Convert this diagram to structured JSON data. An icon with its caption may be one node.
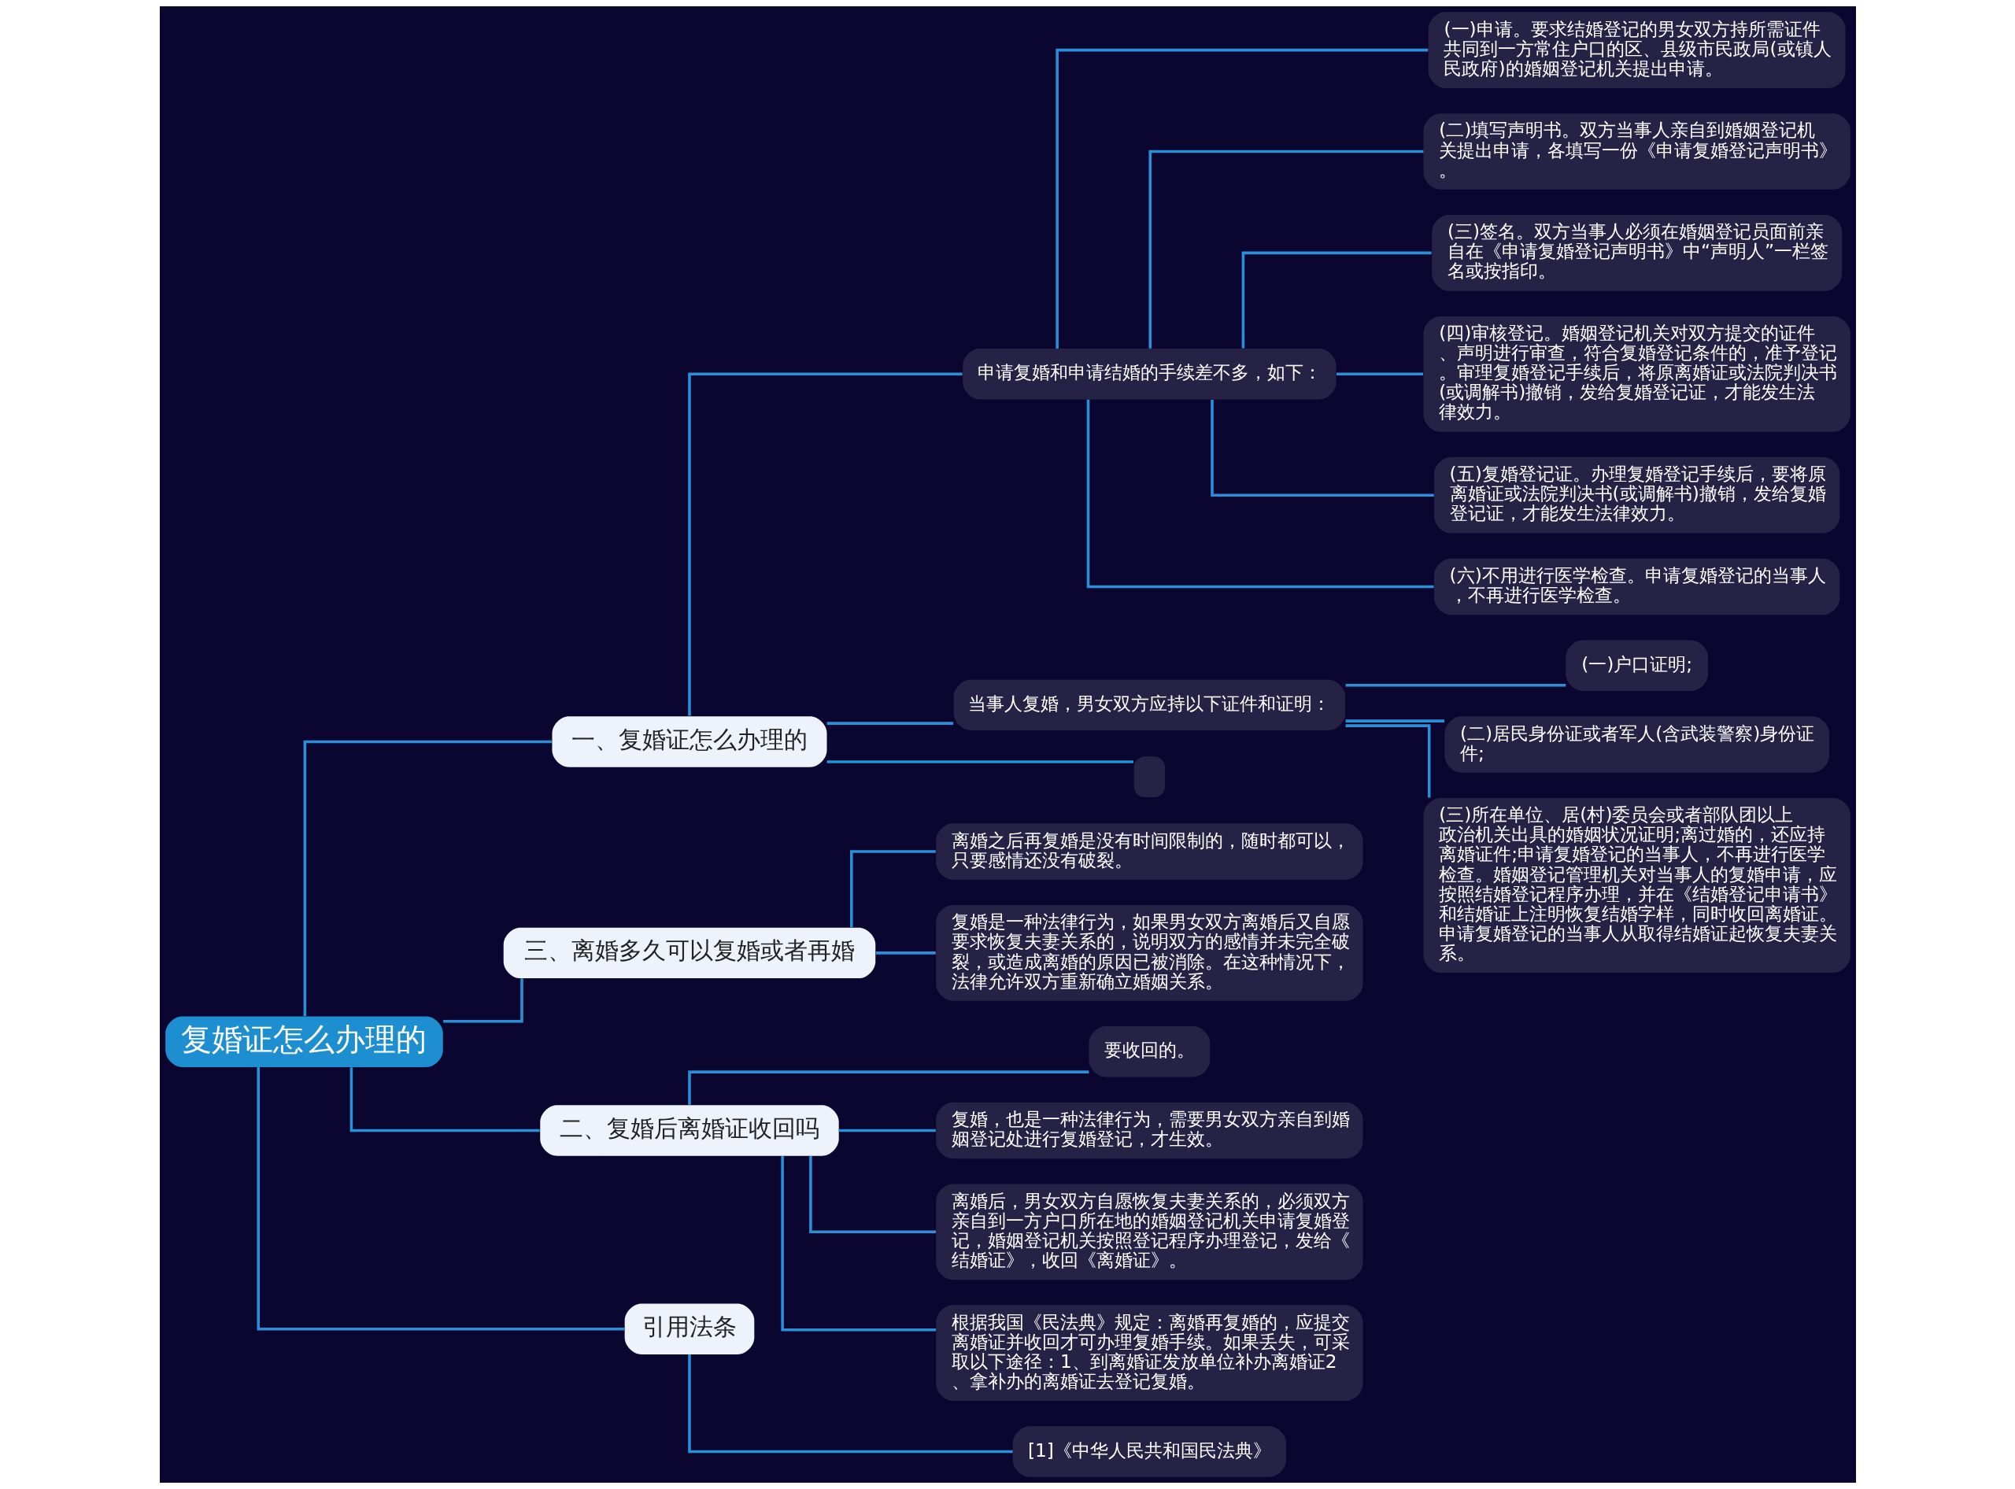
{
  "diagram": {
    "nodes": [
      {
        "text": [
          "复婚证怎么办理的"
        ]
      },
      {
        "text": [
          "一、复婚证怎么办理的"
        ]
      },
      {
        "text": [
          "申请复婚和申请结婚的手续差不多，如下："
        ]
      },
      {
        "text": [
          "(一)申请。要求结婚登记的男女双方持所需证件共同到一方常住户口的区、县级市民政局(或镇人民政府)的婚姻登记机关提出申请。"
        ]
      },
      {
        "text": [
          "(二)填写声明书。双方当事人亲自到婚姻登记机关提出申请，各填写一份《申请复婚登记声明书》。"
        ]
      },
      {
        "text": [
          "(三)签名。双方当事人必须在婚姻登记员面前亲自在《申请复婚登记声明书》中“声明人”一栏签名或按指印。"
        ]
      },
      {
        "text": [
          "(四)审核登记。婚姻登记机关对双方提交的证件、声明进行审查，符合复婚登记条件的，准予登记。审理复婚登记手续后，将原离婚证或法院判决书(或调解书)撤销，发给复婚登记证，才能发生法律效力。"
        ]
      },
      {
        "text": [
          "(五)复婚登记证。办理复婚登记手续后，要将原离婚证或法院判决书(或调解书)撤销，发给复婚登记证，才能发生法律效力。"
        ]
      },
      {
        "text": [
          "(六)不用进行医学检查。申请复婚登记的当事人，不再进行医学检查。"
        ]
      },
      {
        "text": [
          "当事人复婚，男女双方应持以下证件和证明："
        ]
      },
      {
        "text": [
          "(一)户口证明;"
        ]
      },
      {
        "text": [
          "(二)居民身份证或者军人(含武装警察)身份证件;"
        ]
      },
      {
        "text": [
          "(三)所在单位、居(村)委员会或者部队团以上政治机关出具的婚姻状况证明;离过婚的，还应持离婚证件;申请复婚登记的当事人，不再进行医学检查。婚姻登记管理机关对当事人的复婚申请，应按照结婚登记程序办理，并在《结婚登记申请书》和结婚证上注明恢复结婚字样，同时收回离婚证。申请复婚登记的当事人从取得结婚证起恢复夫妻关系。"
        ]
      },
      {
        "text": [],
        "shape": "box"
      },
      {
        "text": [
          "三、离婚多久可以复婚或者再婚"
        ]
      },
      {
        "text": [
          "离婚之后再复婚是没有时间限制的，随时都可以，只要感情还没有破裂。"
        ]
      },
      {
        "text": [
          "复婚是一种法律行为，如果男女双方离婚后又自愿要求恢复夫妻关系的，说明双方的感情并未完全破裂，或造成离婚的原因已被消除。在这种情况下，法律允许双方重新确立婚姻关系。"
        ]
      },
      {
        "text": [
          "二、复婚后离婚证收回吗"
        ]
      },
      {
        "text": [
          "要收回的。"
        ]
      },
      {
        "text": [
          "复婚，也是一种法律行为，需要男女双方亲自到婚姻登记处进行复婚登记，才生效。"
        ]
      },
      {
        "text": [
          "离婚后，男女双方自愿恢复夫妻关系的，必须双方亲自到一方户口所在地的婚姻登记机关申请复婚登记，婚姻登记机关按照登记程序办理登记，发给《结婚证》，收回《离婚证》。"
        ]
      },
      {
        "text": [
          "根据我国《民法典》规定：离婚再复婚的，应提交离婚证并收回才可办理复婚手续。如果丢失，可采取以下途径：1、到离婚证发放单位补办离婚证2、拿补办的离婚证去登记复婚。"
        ]
      },
      {
        "text": [
          "引用法条"
        ]
      },
      {
        "text": [
          "[1]《中华人民共和国民法典》"
        ]
      }
    ],
    "edges": [
      {
        "from": 0,
        "to": 1,
        "arrow": "none"
      },
      {
        "from": 1,
        "to": 2,
        "arrow": "none"
      },
      {
        "from": 2,
        "to": 3,
        "arrow": "none"
      },
      {
        "from": 2,
        "to": 4,
        "arrow": "none"
      },
      {
        "from": 2,
        "to": 5,
        "arrow": "none"
      },
      {
        "from": 2,
        "to": 6,
        "arrow": "none"
      },
      {
        "from": 2,
        "to": 7,
        "arrow": "none"
      },
      {
        "from": 2,
        "to": 8,
        "arrow": "none"
      },
      {
        "from": 1,
        "to": 9,
        "arrow": "none"
      },
      {
        "from": 9,
        "to": 10,
        "arrow": "none"
      },
      {
        "from": 9,
        "to": 11,
        "arrow": "none"
      },
      {
        "from": 9,
        "to": 12,
        "arrow": "none"
      },
      {
        "from": 1,
        "to": 13,
        "arrow": "none"
      },
      {
        "from": 0,
        "to": 14,
        "arrow": "none"
      },
      {
        "from": 14,
        "to": 15,
        "arrow": "none"
      },
      {
        "from": 14,
        "to": 16,
        "arrow": "none"
      },
      {
        "from": 0,
        "to": 17,
        "arrow": "none"
      },
      {
        "from": 17,
        "to": 18,
        "arrow": "none"
      },
      {
        "from": 17,
        "to": 19,
        "arrow": "none"
      },
      {
        "from": 17,
        "to": 20,
        "arrow": "none"
      },
      {
        "from": 17,
        "to": 21,
        "arrow": "none"
      },
      {
        "from": 0,
        "to": 22,
        "arrow": "none"
      },
      {
        "from": 22,
        "to": 23,
        "arrow": "none"
      }
    ]
  }
}
